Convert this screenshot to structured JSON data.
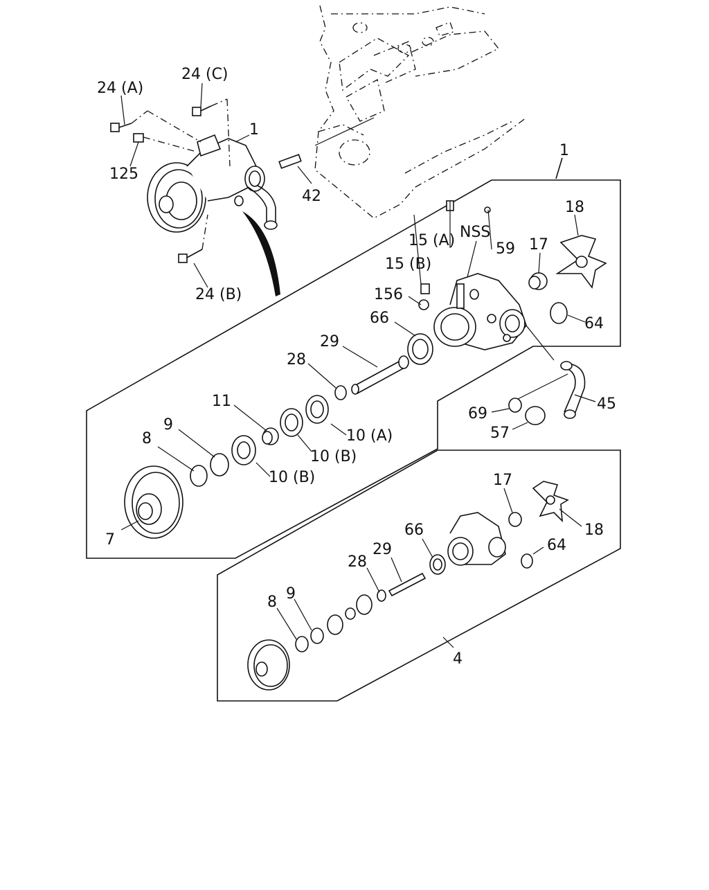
{
  "labels": {
    "bolt_a": "24 (A)",
    "bolt_c": "24 (C)",
    "bolt_b": "24 (B)",
    "nut_125": "125",
    "assy_1_top": "1",
    "stud_42": "42",
    "assy_1_detail": "1",
    "fan_18_top": "18",
    "nss": "NSS",
    "fit_15a": "15 (A)",
    "fit_15b": "15 (B)",
    "plug_59": "59",
    "bush_17_top": "17",
    "plug_156": "156",
    "ring_64_top": "64",
    "seal_66_top": "66",
    "shaft_29_top": "29",
    "washer_28_top": "28",
    "spacer_11": "11",
    "bear_10a": "10 (A)",
    "bear_10b_1": "10 (B)",
    "bear_10b_2": "10 (B)",
    "snap_9_top": "9",
    "seal_8_top": "8",
    "pulley_7": "7",
    "pipe_45": "45",
    "oring_69": "69",
    "plug_57": "57",
    "bush_17_bot": "17",
    "fan_18_bot": "18",
    "seal_66_bot": "66",
    "ring_64_bot": "64",
    "shaft_29_bot": "29",
    "washer_28_bot": "28",
    "snap_9_bot": "9",
    "seal_8_bot": "8",
    "assy_4": "4"
  }
}
